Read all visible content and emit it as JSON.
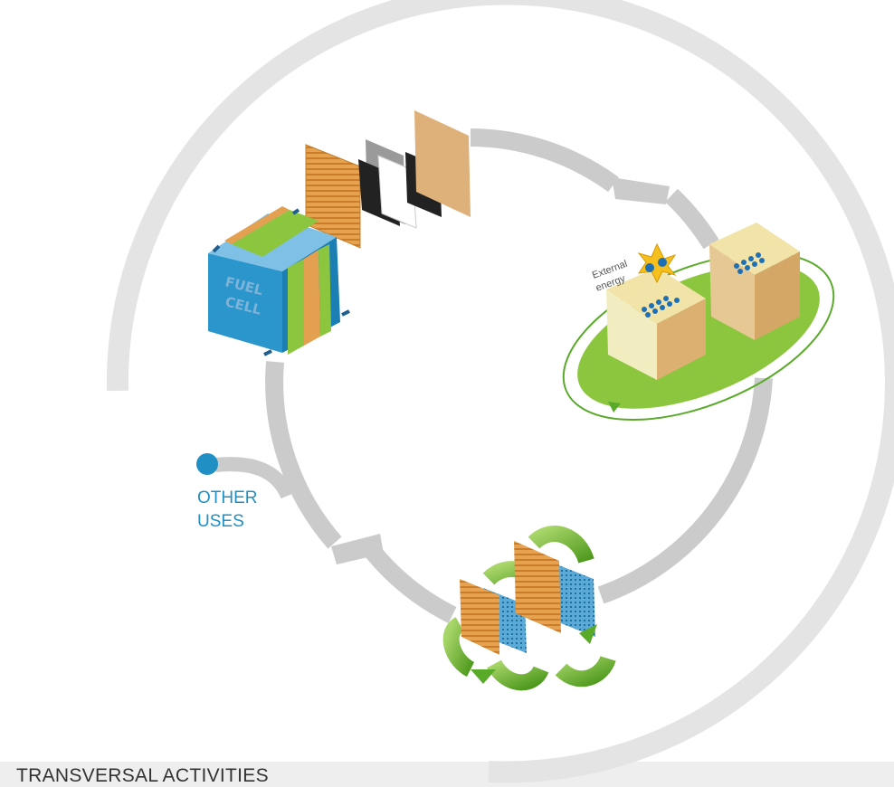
{
  "fuel_cell": {
    "line1": "FUEL",
    "line2": "CELL"
  },
  "external_energy": {
    "line1": "External",
    "line2": "energy"
  },
  "other_uses": {
    "line1": "OTHER",
    "line2": "USES"
  },
  "footer": {
    "title": "TRANSVERSAL ACTIVITIES"
  },
  "colors": {
    "ring": "#dcdcdc",
    "cycle": "#c8c8c8",
    "fuel_cell_blue": "#2a96cc",
    "fuel_cell_green": "#8cc63f",
    "fuel_cell_orange": "#e3a050",
    "accent_blue": "#1f8fc4"
  }
}
